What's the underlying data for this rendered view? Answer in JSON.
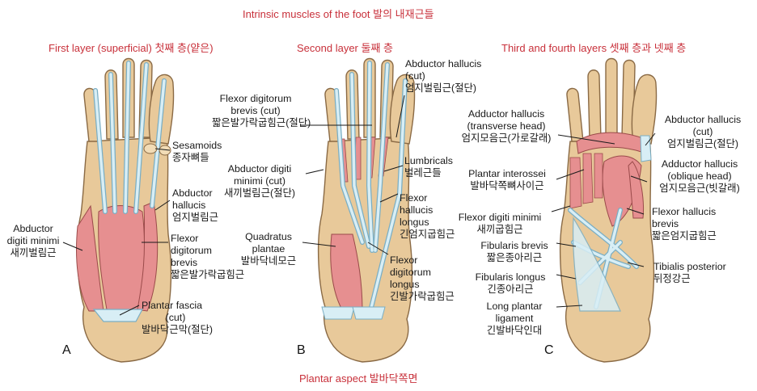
{
  "title": "Intrinsic muscles of the foot 발의 내재근들",
  "caption": "Plantar aspect 발바닥쪽면",
  "colors": {
    "title_red": "#c8303a",
    "bone": "#e8c99a",
    "bone_edge": "#8a6a45",
    "muscle": "#e68f90",
    "tendon": "#d8eef5",
    "tendon_edge": "#7aaec4"
  },
  "panels": {
    "a": {
      "letter": "A",
      "heading": "First layer (superficial) 첫째 층(얕은)"
    },
    "b": {
      "letter": "B",
      "heading": "Second layer 둘째 층"
    },
    "c": {
      "letter": "C",
      "heading": "Third and fourth layers 셋째 층과 넷째 층"
    }
  },
  "labels": {
    "a_sesamoids": [
      "Sesamoids",
      "종자뼈들"
    ],
    "a_abd_hallucis": [
      "Abductor",
      "hallucis",
      "엄지벌림근"
    ],
    "a_abd_digiti": [
      "Abductor",
      "digiti minimi",
      "새끼벌림근"
    ],
    "a_fdb": [
      "Flexor",
      "digitorum",
      "brevis",
      "짧은발가락굽힘근"
    ],
    "a_plantar_fascia": [
      "Plantar fascia",
      "(cut)",
      "발바닥근막(절단)"
    ],
    "b_fdb_cut": [
      "Flexor digitorum",
      "brevis (cut)",
      "짧은발가락굽힘근(절단)"
    ],
    "b_abd_hallucis_cut": [
      "Abductor hallucis",
      "(cut)",
      "엄지벌림근(절단)"
    ],
    "b_abd_digiti_cut": [
      "Abductor digiti",
      "minimi (cut)",
      "새끼벌림근(절단)"
    ],
    "b_lumbricals": [
      "Lumbricals",
      "벌레근들"
    ],
    "b_fhl": [
      "Flexor",
      "hallucis",
      "longus",
      "긴엄지굽힘근"
    ],
    "b_quadratus": [
      "Quadratus",
      "plantae",
      "발바닥네모근"
    ],
    "b_fdl": [
      "Flexor",
      "digitorum",
      "longus",
      "긴발가락굽힘근"
    ],
    "c_add_transverse": [
      "Adductor hallucis",
      "(transverse head)",
      "엄지모음근(가로갈래)"
    ],
    "c_abd_hallucis_cut": [
      "Abductor hallucis",
      "(cut)",
      "엄지벌림근(절단)"
    ],
    "c_plantar_interossei": [
      "Plantar interossei",
      "발바닥쪽뼈사이근"
    ],
    "c_add_oblique": [
      "Adductor hallucis",
      "(oblique head)",
      "엄지모음근(빗갈래)"
    ],
    "c_fdmb": [
      "Flexor digiti minimi",
      "새끼굽힘근"
    ],
    "c_fhb": [
      "Flexor hallucis",
      "brevis",
      "짧은엄지굽힘근"
    ],
    "c_fib_brevis": [
      "Fibularis brevis",
      "짧은종아리근"
    ],
    "c_tib_post": [
      "Tibialis posterior",
      "뒤정강근"
    ],
    "c_fib_longus": [
      "Fibularis longus",
      "긴종아리근"
    ],
    "c_long_plantar": [
      "Long plantar",
      "ligament",
      "긴발바닥인대"
    ]
  }
}
